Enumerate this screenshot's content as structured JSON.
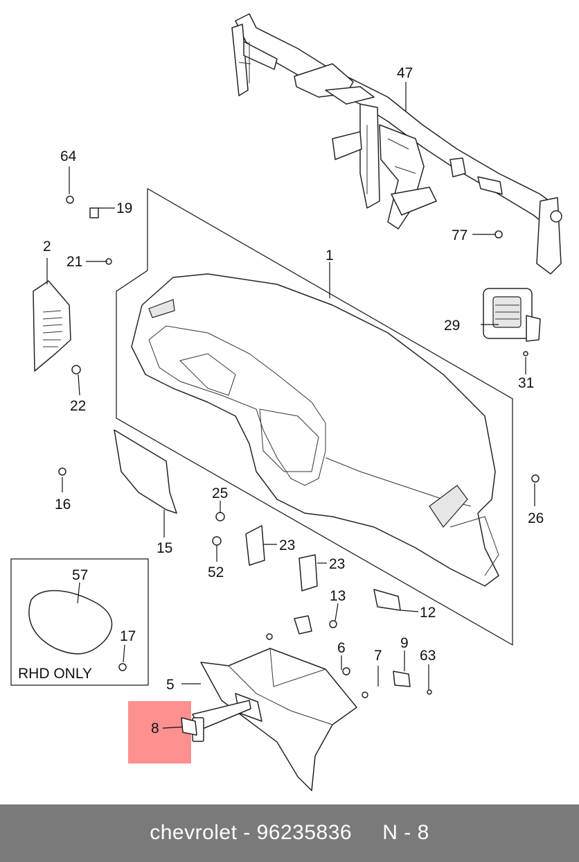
{
  "diagram": {
    "part_numbers": {
      "p1": "1",
      "p2": "2",
      "p5": "5",
      "p6": "6",
      "p7": "7",
      "p8": "8",
      "p9": "9",
      "p12": "12",
      "p13": "13",
      "p15": "15",
      "p16": "16",
      "p17": "17",
      "p19": "19",
      "p21": "21",
      "p22": "22",
      "p23a": "23",
      "p23b": "23",
      "p25": "25",
      "p26": "26",
      "p29": "29",
      "p31": "31",
      "p47": "47",
      "p52": "52",
      "p57": "57",
      "p63": "63",
      "p64": "64",
      "p77": "77"
    },
    "inset_label": "RHD ONLY",
    "highlight_color": "#ff8a8a",
    "highlighted_part": "8"
  },
  "footer": {
    "caption": "chevrolet - 96235836     N - 8",
    "background": "#7a7a7a"
  }
}
